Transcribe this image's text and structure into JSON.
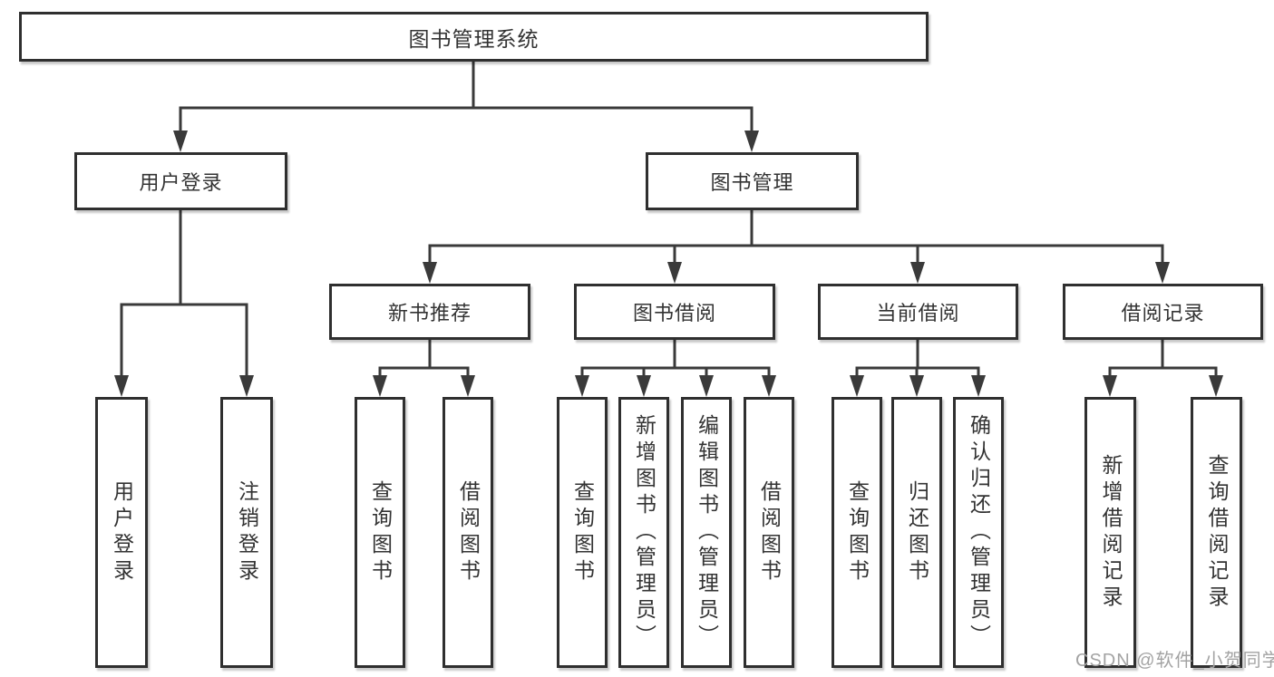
{
  "tree": {
    "root": {
      "label": "图书管理系统",
      "children": [
        {
          "label": "用户登录",
          "children": [
            {
              "label": "用户登录"
            },
            {
              "label": "注销登录"
            }
          ]
        },
        {
          "label": "图书管理",
          "children": [
            {
              "label": "新书推荐",
              "children": [
                {
                  "label": "查询图书"
                },
                {
                  "label": "借阅图书"
                }
              ]
            },
            {
              "label": "图书借阅",
              "children": [
                {
                  "label": "查询图书"
                },
                {
                  "label": "新增图书（管理员）"
                },
                {
                  "label": "编辑图书（管理员）"
                },
                {
                  "label": "借阅图书"
                }
              ]
            },
            {
              "label": "当前借阅",
              "children": [
                {
                  "label": "查询图书"
                },
                {
                  "label": "归还图书"
                },
                {
                  "label": "确认归还（管理员）"
                }
              ]
            },
            {
              "label": "借阅记录",
              "children": [
                {
                  "label": "新增借阅记录"
                },
                {
                  "label": "查询借阅记录"
                }
              ]
            }
          ]
        }
      ]
    }
  },
  "watermark": {
    "text": "CSDN @软件_小贺同学"
  },
  "colors": {
    "line": "#3a3a3a",
    "border": "#2f2f2f",
    "text": "#333333",
    "watermark": "#a3a3a3",
    "background": "#ffffff"
  }
}
